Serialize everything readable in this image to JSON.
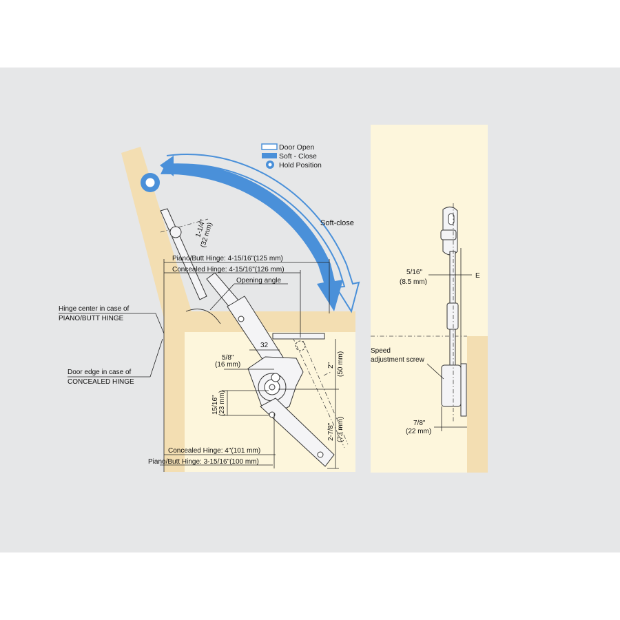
{
  "colors": {
    "page_bg": "#ffffff",
    "panel_bg": "#e6e7e8",
    "cabinet_light": "#fdf6dc",
    "cabinet_wood": "#f3deb2",
    "accent_blue": "#4a90d9",
    "line": "#222222"
  },
  "legend": {
    "door_open": "Door Open",
    "soft_close": "Soft - Close",
    "hold_position": "Hold Position"
  },
  "labels": {
    "soft_close_arrow": "Soft-close",
    "opening_angle": "Opening angle",
    "hinge_center_line1": "Hinge center  in case of",
    "hinge_center_line2": "PIANO/BUTT HINGE",
    "door_edge_line1": "Door edge in case of",
    "door_edge_line2": "CONCEALED HINGE",
    "speed_line1": "Speed",
    "speed_line2": "adjustment screw",
    "e_label": "E"
  },
  "dimensions": {
    "piano_top": "Piano/Butt Hinge: 4-15/16\"(125 mm)",
    "concealed_top": "Concealed Hinge: 4-15/16\"(126 mm)",
    "concealed_bottom": "Concealed Hinge: 4\"(101 mm)",
    "piano_bottom": "Piano/Butt Hinge: 3-15/16\"(100 mm)",
    "d_1_1_4_in": "1-1/4\"",
    "d_1_1_4_mm": "(32 mm)",
    "d_32": "32",
    "d_5_8_in": "5/8\"",
    "d_5_8_mm": "(16 mm)",
    "d_2_in": "2\"",
    "d_2_mm": "(50 mm)",
    "d_15_16_in": "15/16\"",
    "d_15_16_mm": "(23 mm)",
    "d_2_7_8_in": "2-7/8\"",
    "d_2_7_8_mm": "(73 mm)",
    "d_5_16_in": "5/16\"",
    "d_5_16_mm": "(8.5 mm)",
    "d_7_8_in": "7/8\"",
    "d_7_8_mm": "(22 mm)"
  }
}
